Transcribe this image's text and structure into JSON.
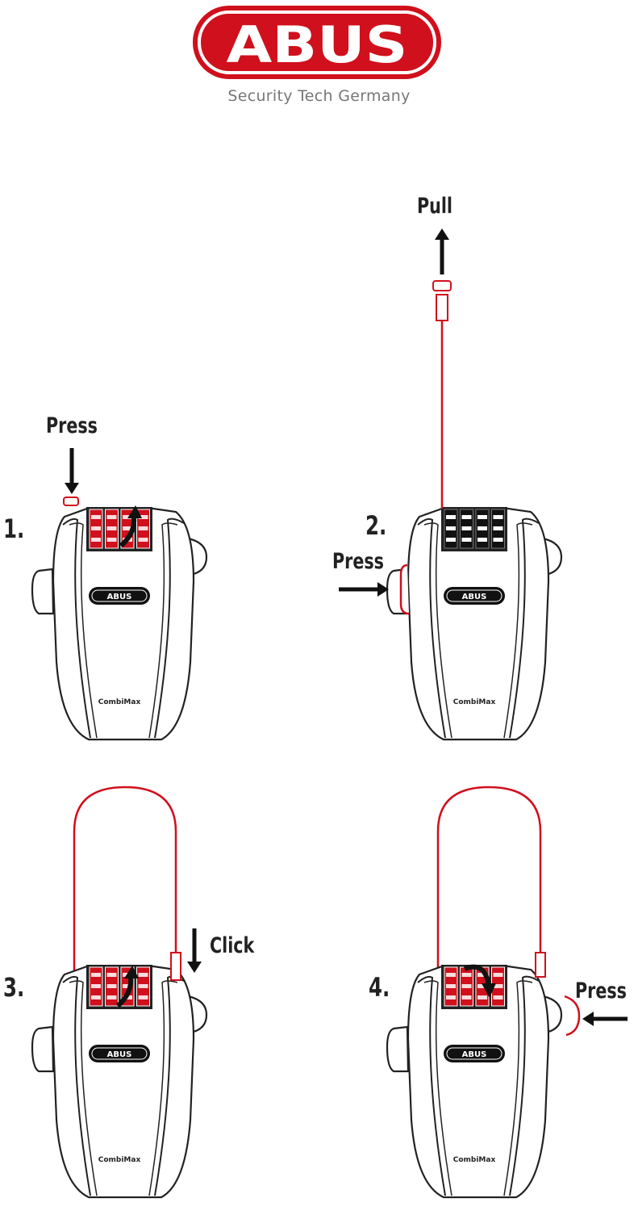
{
  "brand": {
    "logo_text": "ABUS",
    "tagline": "Security Tech Germany",
    "red": "#d0101c"
  },
  "product": {
    "badge_text": "ABUS",
    "model_text": "CombiMax"
  },
  "steps": [
    {
      "number": "1.",
      "action": "Press"
    },
    {
      "number": "2.",
      "action": "Press",
      "action2": "Pull"
    },
    {
      "number": "3.",
      "action": "Click"
    },
    {
      "number": "4.",
      "action": "Press"
    }
  ]
}
